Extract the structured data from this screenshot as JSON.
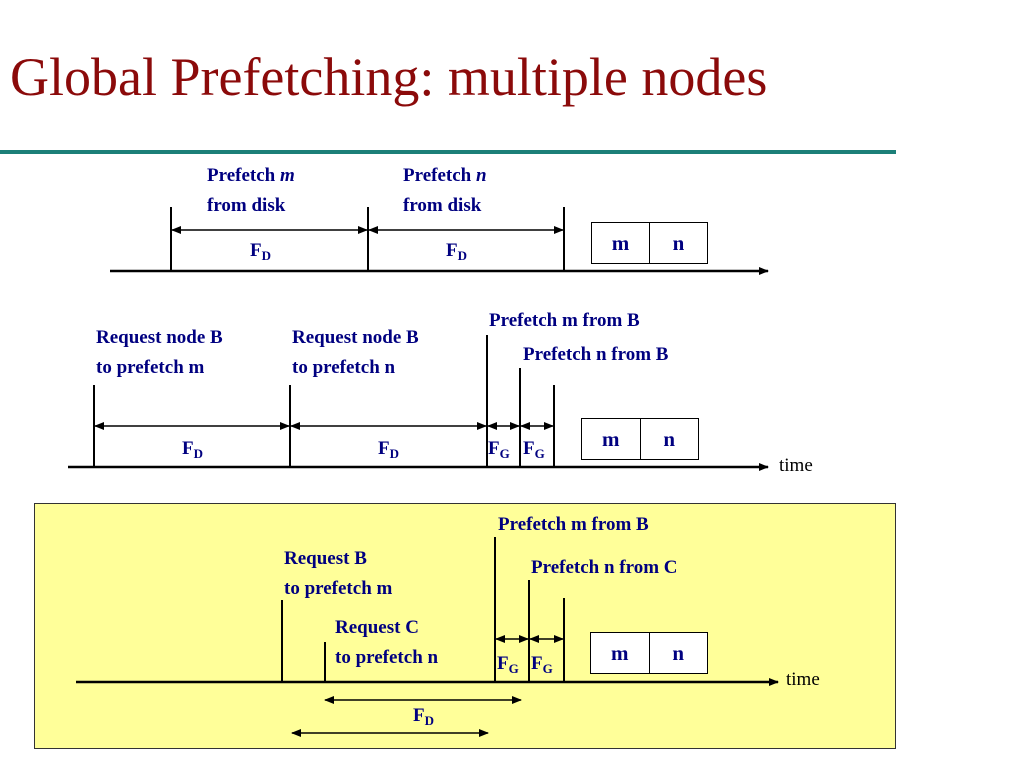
{
  "slide": {
    "title": "Global Prefetching:  multiple nodes"
  },
  "row1": {
    "label1_line1": "Prefetch ",
    "label1_italic": "m",
    "label1_line2": "from disk",
    "label2_line1": "Prefetch ",
    "label2_italic": "n",
    "label2_line2": "from disk",
    "f1": "F",
    "f1_sub": "D",
    "f2": "F",
    "f2_sub": "D",
    "box": [
      "m",
      "n"
    ]
  },
  "row2": {
    "label1_line1": "Request node B",
    "label1_line2": "to prefetch m",
    "label2_line1": "Request node B",
    "label2_line2": "to prefetch n",
    "label3": "Prefetch m from B",
    "label4": "Prefetch n from B",
    "f1": "F",
    "f1_sub": "D",
    "f2": "F",
    "f2_sub": "D",
    "f3": "F",
    "f3_sub": "G",
    "f4": "F",
    "f4_sub": "G",
    "box": [
      "m",
      "n"
    ],
    "axis_label": "time"
  },
  "row3": {
    "label1_line1": "Request B",
    "label1_line2": "to prefetch m",
    "label2_line1": "Request C",
    "label2_line2": "to prefetch n",
    "label3": "Prefetch m from B",
    "label4": "Prefetch n from C",
    "f1": "F",
    "f1_sub": "G",
    "f2": "F",
    "f2_sub": "G",
    "f3": "F",
    "f3_sub": "D",
    "box": [
      "m",
      "n"
    ],
    "axis_label": "time"
  },
  "colors": {
    "title": "#8b0a0a",
    "rule": "#1c7f78",
    "label": "#000080",
    "highlight": "#ffff99"
  }
}
